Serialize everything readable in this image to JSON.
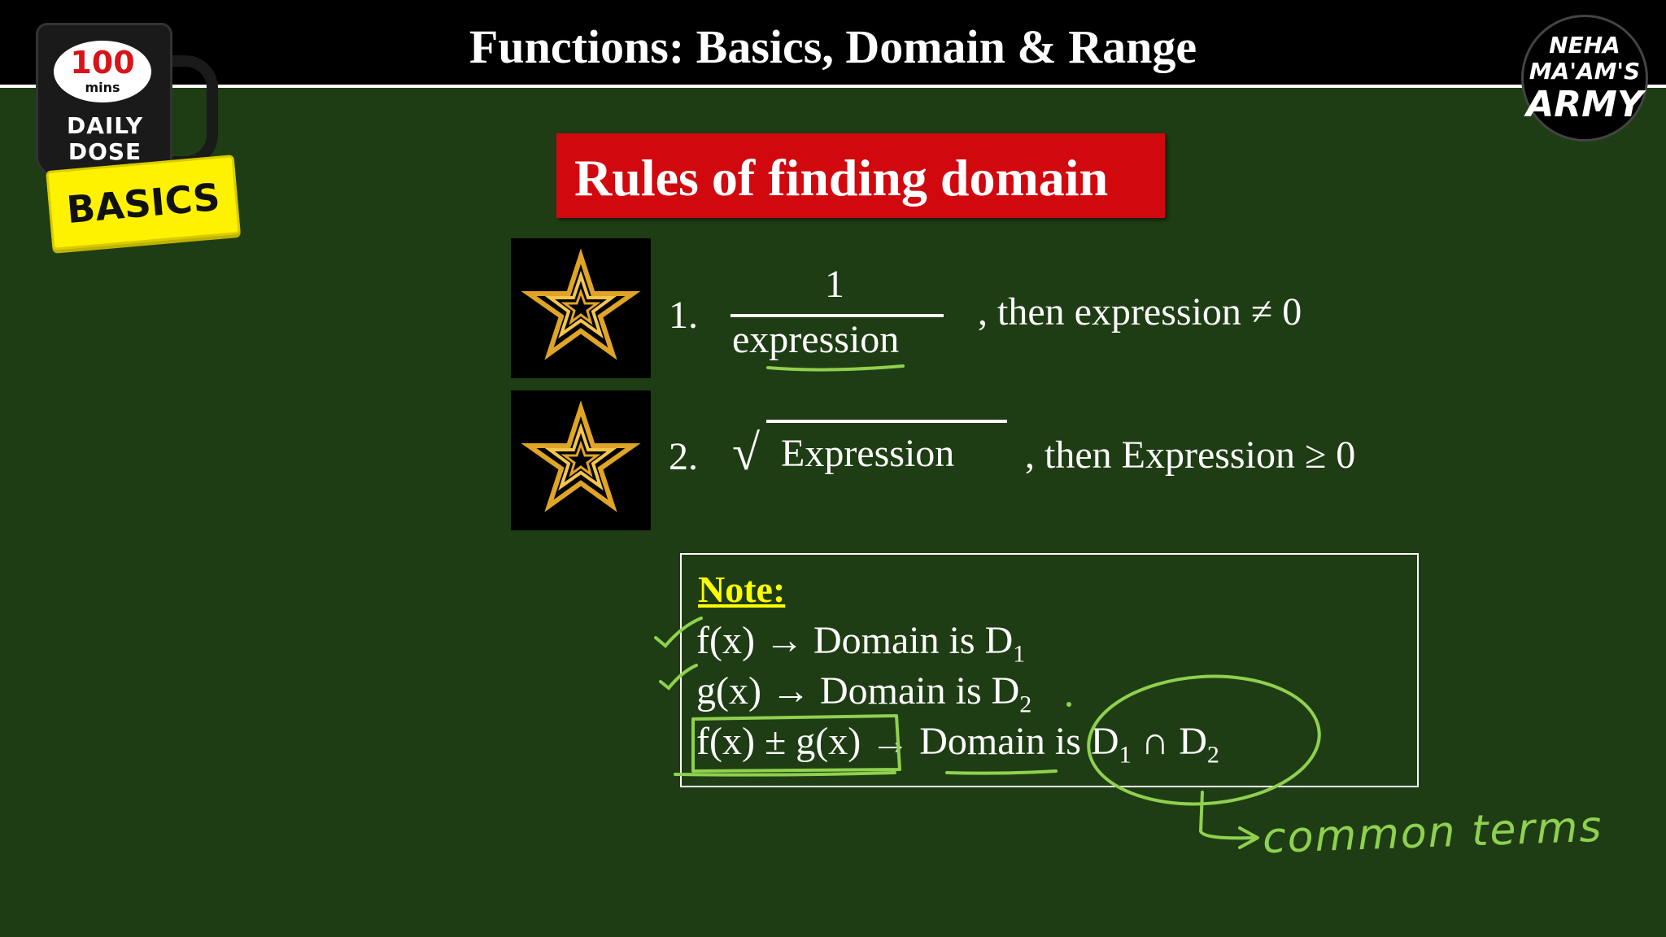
{
  "header": {
    "title": "Functions: Basics, Domain & Range"
  },
  "logo": {
    "count": "100",
    "unit": "mins",
    "line1": "DAILY",
    "line2": "DOSE",
    "tag": "BASICS"
  },
  "badge": {
    "line1": "NEHA",
    "line2": "MA'AM'S",
    "line3": "ARMY"
  },
  "slide": {
    "heading": "Rules of finding domain",
    "rule1": {
      "number": "1.",
      "numerator": "1",
      "denominator": "expression",
      "condition": ", then expression ≠ 0"
    },
    "rule2": {
      "number": "2.",
      "radical": "√",
      "radicand": "Expression",
      "condition": ", then Expression ≥ 0"
    }
  },
  "note": {
    "label": "Note:",
    "line1_text": "f(x) → Domain is D",
    "line1_sub": "1",
    "line2_text": "g(x) → Domain is D",
    "line2_sub": "2",
    "line3_text": "f(x) ± g(x) → Domain is  D",
    "line3_sub1": "1",
    "line3_mid": " ∩ D",
    "line3_sub2": "2"
  },
  "annotation": {
    "handwritten": "common terms"
  },
  "colors": {
    "background": "#1f3d14",
    "heading_bg": "#d2080f",
    "note_label": "#ffff00",
    "annotation": "#8fd14f"
  }
}
